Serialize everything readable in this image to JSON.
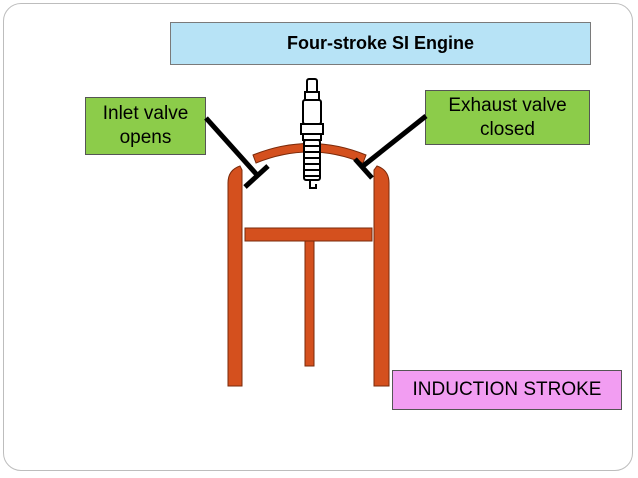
{
  "title": "Four-stroke SI Engine",
  "labels": {
    "inlet_line1": "Inlet valve",
    "inlet_line2": "opens",
    "exhaust_line1": "Exhaust valve",
    "exhaust_line2": "closed",
    "stroke": "INDUCTION STROKE"
  },
  "colors": {
    "title_bg": "#b7e3f6",
    "label_bg": "#8ccc4a",
    "stroke_bg": "#f29df2",
    "engine_parts": "#d4501e",
    "outline": "#000000"
  },
  "icons": [
    "spark-plug-icon"
  ]
}
